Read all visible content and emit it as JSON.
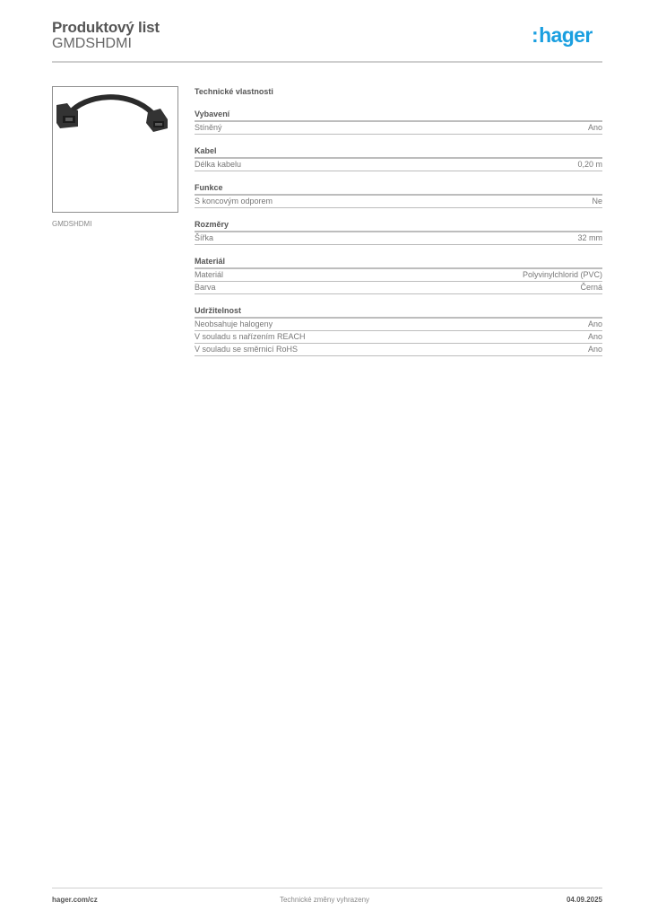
{
  "header": {
    "title": "Produktový list",
    "product_code": "GMDSHDMI",
    "logo_text": "hager",
    "logo_prefix": ":",
    "brand_color": "#1a9fe0"
  },
  "image": {
    "alt": "HDMI cable with female connectors",
    "caption": "GMDSHDMI"
  },
  "specs": {
    "title": "Technické vlastnosti",
    "groups": [
      {
        "title": "Vybavení",
        "rows": [
          {
            "label": "Stíněný",
            "value": "Ano"
          }
        ]
      },
      {
        "title": "Kabel",
        "rows": [
          {
            "label": "Délka kabelu",
            "value": "0,20 m"
          }
        ]
      },
      {
        "title": "Funkce",
        "rows": [
          {
            "label": "S koncovým odporem",
            "value": "Ne"
          }
        ]
      },
      {
        "title": "Rozměry",
        "rows": [
          {
            "label": "Šířka",
            "value": "32 mm"
          }
        ]
      },
      {
        "title": "Materiál",
        "rows": [
          {
            "label": "Materiál",
            "value": "Polyvinylchlorid (PVC)"
          },
          {
            "label": "Barva",
            "value": "Černá"
          }
        ]
      },
      {
        "title": "Udržitelnost",
        "rows": [
          {
            "label": "Neobsahuje halogeny",
            "value": "Ano"
          },
          {
            "label": "V souladu s nařízením REACH",
            "value": "Ano"
          },
          {
            "label": "V souladu se směrnicí RoHS",
            "value": "Ano"
          }
        ]
      }
    ]
  },
  "footer": {
    "website": "hager.com/cz",
    "disclaimer": "Technické změny vyhrazeny",
    "date": "04.09.2025"
  }
}
